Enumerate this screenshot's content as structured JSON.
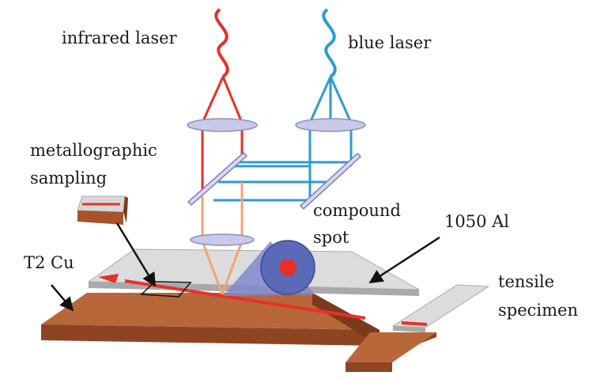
{
  "labels": {
    "infrared_laser": "infrared laser",
    "blue_laser": "blue laser",
    "metallographic": "metallographic",
    "sampling": "sampling",
    "compound": "compound",
    "spot": "spot",
    "al": "1050 Al",
    "cu": "T2 Cu",
    "tensile": "tensile",
    "specimen": "specimen"
  },
  "colors": {
    "infrared": "#e8302a",
    "blue": "#2e9bd0",
    "combined": "#f2a477",
    "lens": "#c9c9ea",
    "aluminum": "#d9d9d9",
    "copper": "#a9532a",
    "spot_outer": "#5a6ab8",
    "spot_inner": "#e8302a"
  }
}
